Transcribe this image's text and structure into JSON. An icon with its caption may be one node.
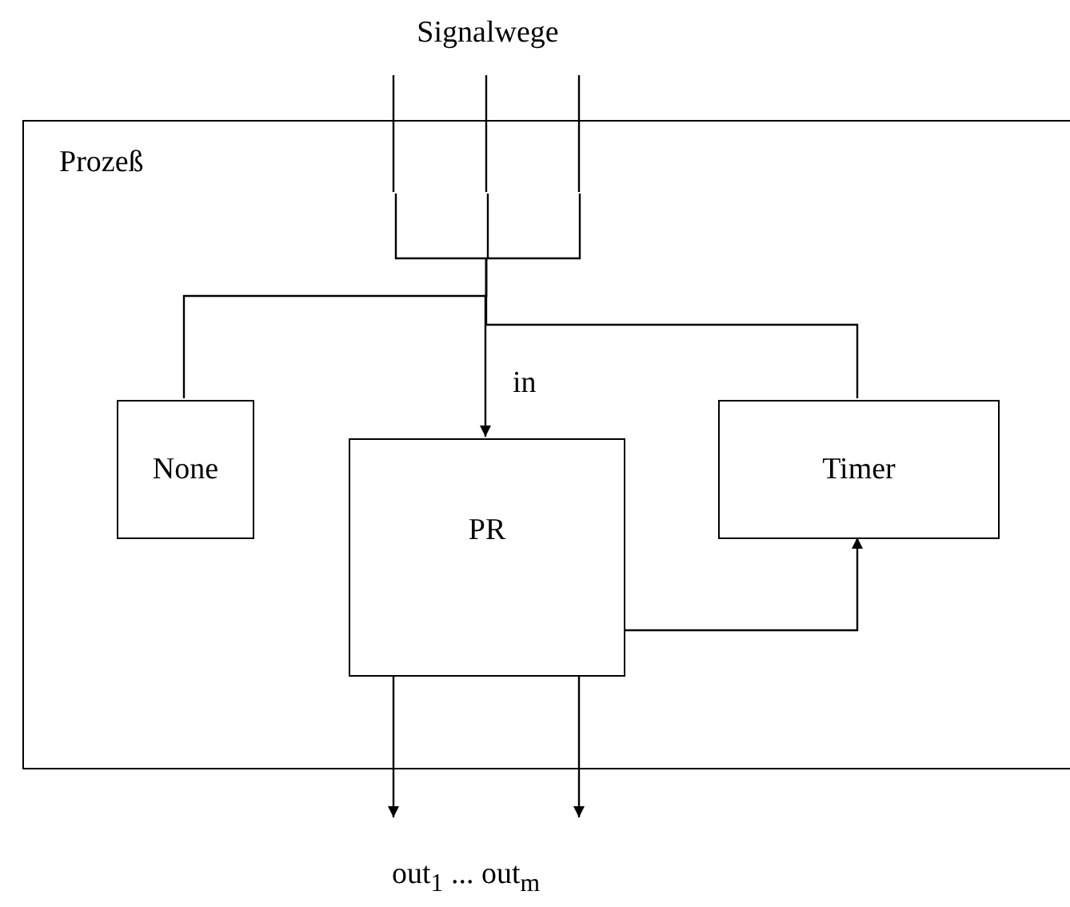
{
  "diagram": {
    "nodes": [
      {
        "text": [
          "Prozeß"
        ]
      },
      {
        "text": [
          "Signalwege"
        ]
      },
      {
        "text": [],
        "shape": "box",
        "in": 0
      },
      {
        "text": [
          "None"
        ],
        "in": 0
      },
      {
        "text": [
          "PR"
        ],
        "in": 0
      },
      {
        "text": [
          "Timer"
        ],
        "in": 0
      }
    ],
    "edges": [
      {
        "from": 1,
        "to": 2,
        "arrow": "none"
      },
      {
        "from": 1,
        "to": 2,
        "arrow": "none"
      },
      {
        "from": 1,
        "to": 2,
        "arrow": "none"
      },
      {
        "from": 2,
        "to": 3,
        "arrow": "none"
      },
      {
        "from": 2,
        "to": 4,
        "arrow": "to",
        "label": "in"
      },
      {
        "from": 2,
        "to": 5,
        "arrow": "none"
      },
      {
        "from": 4,
        "to": 5,
        "arrow": "to"
      },
      {
        "from": 4,
        "to": null,
        "arrow": "to"
      },
      {
        "from": 4,
        "to": null,
        "arrow": "to"
      }
    ],
    "labels": [
      "out$_{1}$ ... out$_{m}$"
    ]
  }
}
